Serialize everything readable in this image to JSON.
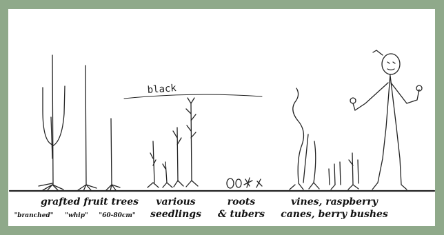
{
  "scribble_text": "black",
  "labels": {
    "fruit_trees": "grafted fruit trees",
    "fruit_tree_types": [
      "\"branched\"",
      "\"whip\"",
      "\"60-80cm\""
    ],
    "seedlings": [
      "various",
      "seedlings"
    ],
    "roots": [
      "roots",
      "& tubers"
    ],
    "vines": [
      "vines, raspberry",
      "canes, berry bushes"
    ]
  },
  "colors": {
    "frame": "#8fa98a",
    "ink": "#222222"
  }
}
